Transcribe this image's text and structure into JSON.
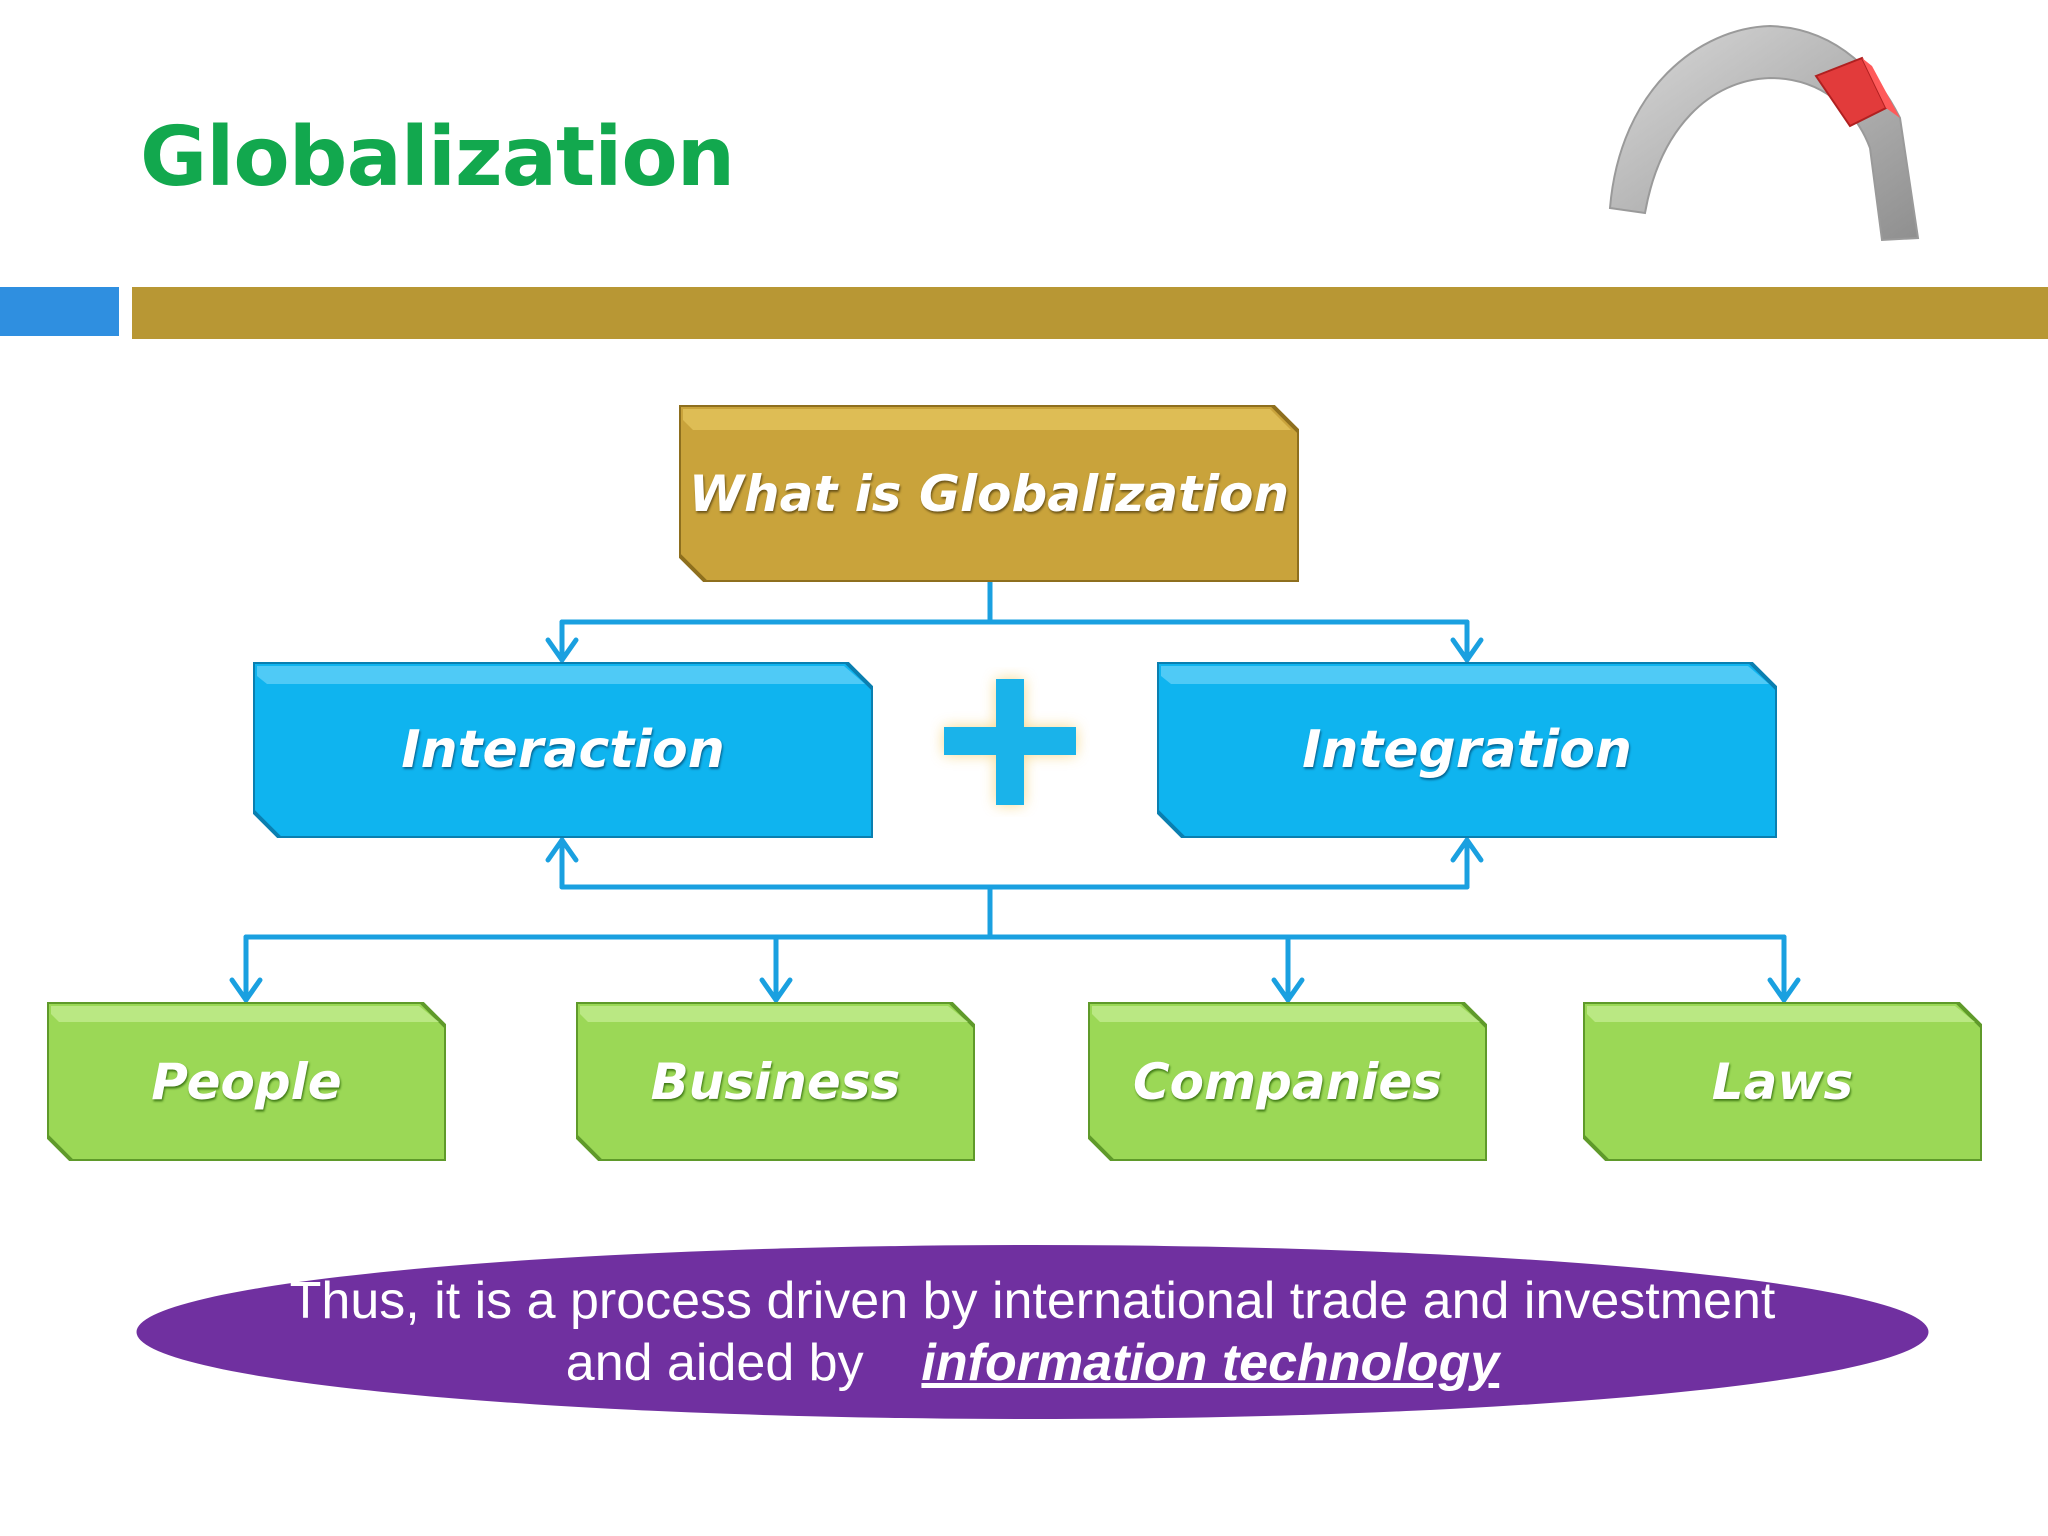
{
  "slide": {
    "title": "Globalization",
    "root_node": "What is Globalization",
    "level2": [
      "Interaction",
      "Integration"
    ],
    "plus_symbol": "+",
    "level3": [
      "People",
      "Business",
      "Companies",
      "Laws"
    ],
    "summary": {
      "line1": "Thus, it is a process driven by international trade and investment",
      "line2_prefix": "and aided by",
      "line2_emphasis": "information technology"
    }
  },
  "colors": {
    "title": "#12a84e",
    "accent_bar_blue": "#2f8fe0",
    "accent_bar_gold": "#b89734",
    "root_box": "#c9a33b",
    "level2_box": "#0fb4ef",
    "level3_box": "#9bd856",
    "connector": "#1aa0e0",
    "plus": "#1ab3ea",
    "summary_oval": "#7030a0"
  },
  "icons": {
    "arch": "arch-keystone-icon",
    "plus": "plus-icon"
  }
}
